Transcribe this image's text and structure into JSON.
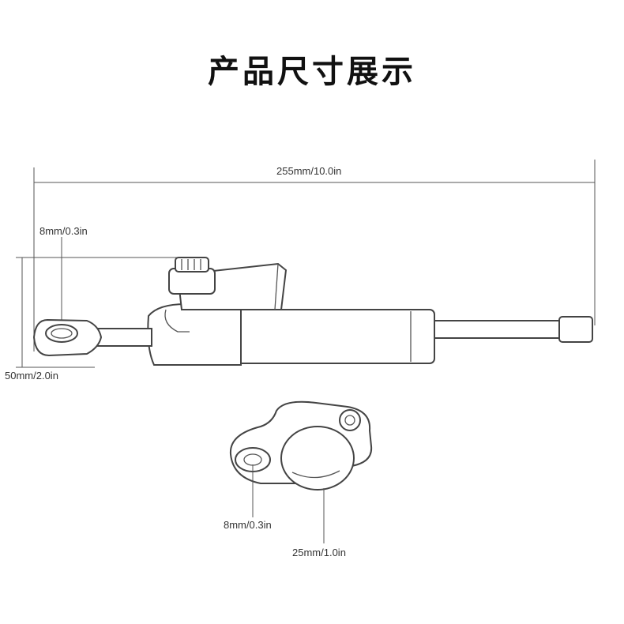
{
  "title": "产品尺寸展示",
  "dimensions": {
    "overall_length": "255mm/10.0in",
    "eye_hole_diameter": "8mm/0.3in",
    "height": "50mm/2.0in",
    "bracket_hole_diameter": "8mm/0.3in",
    "clamp_diameter": "25mm/1.0in"
  }
}
